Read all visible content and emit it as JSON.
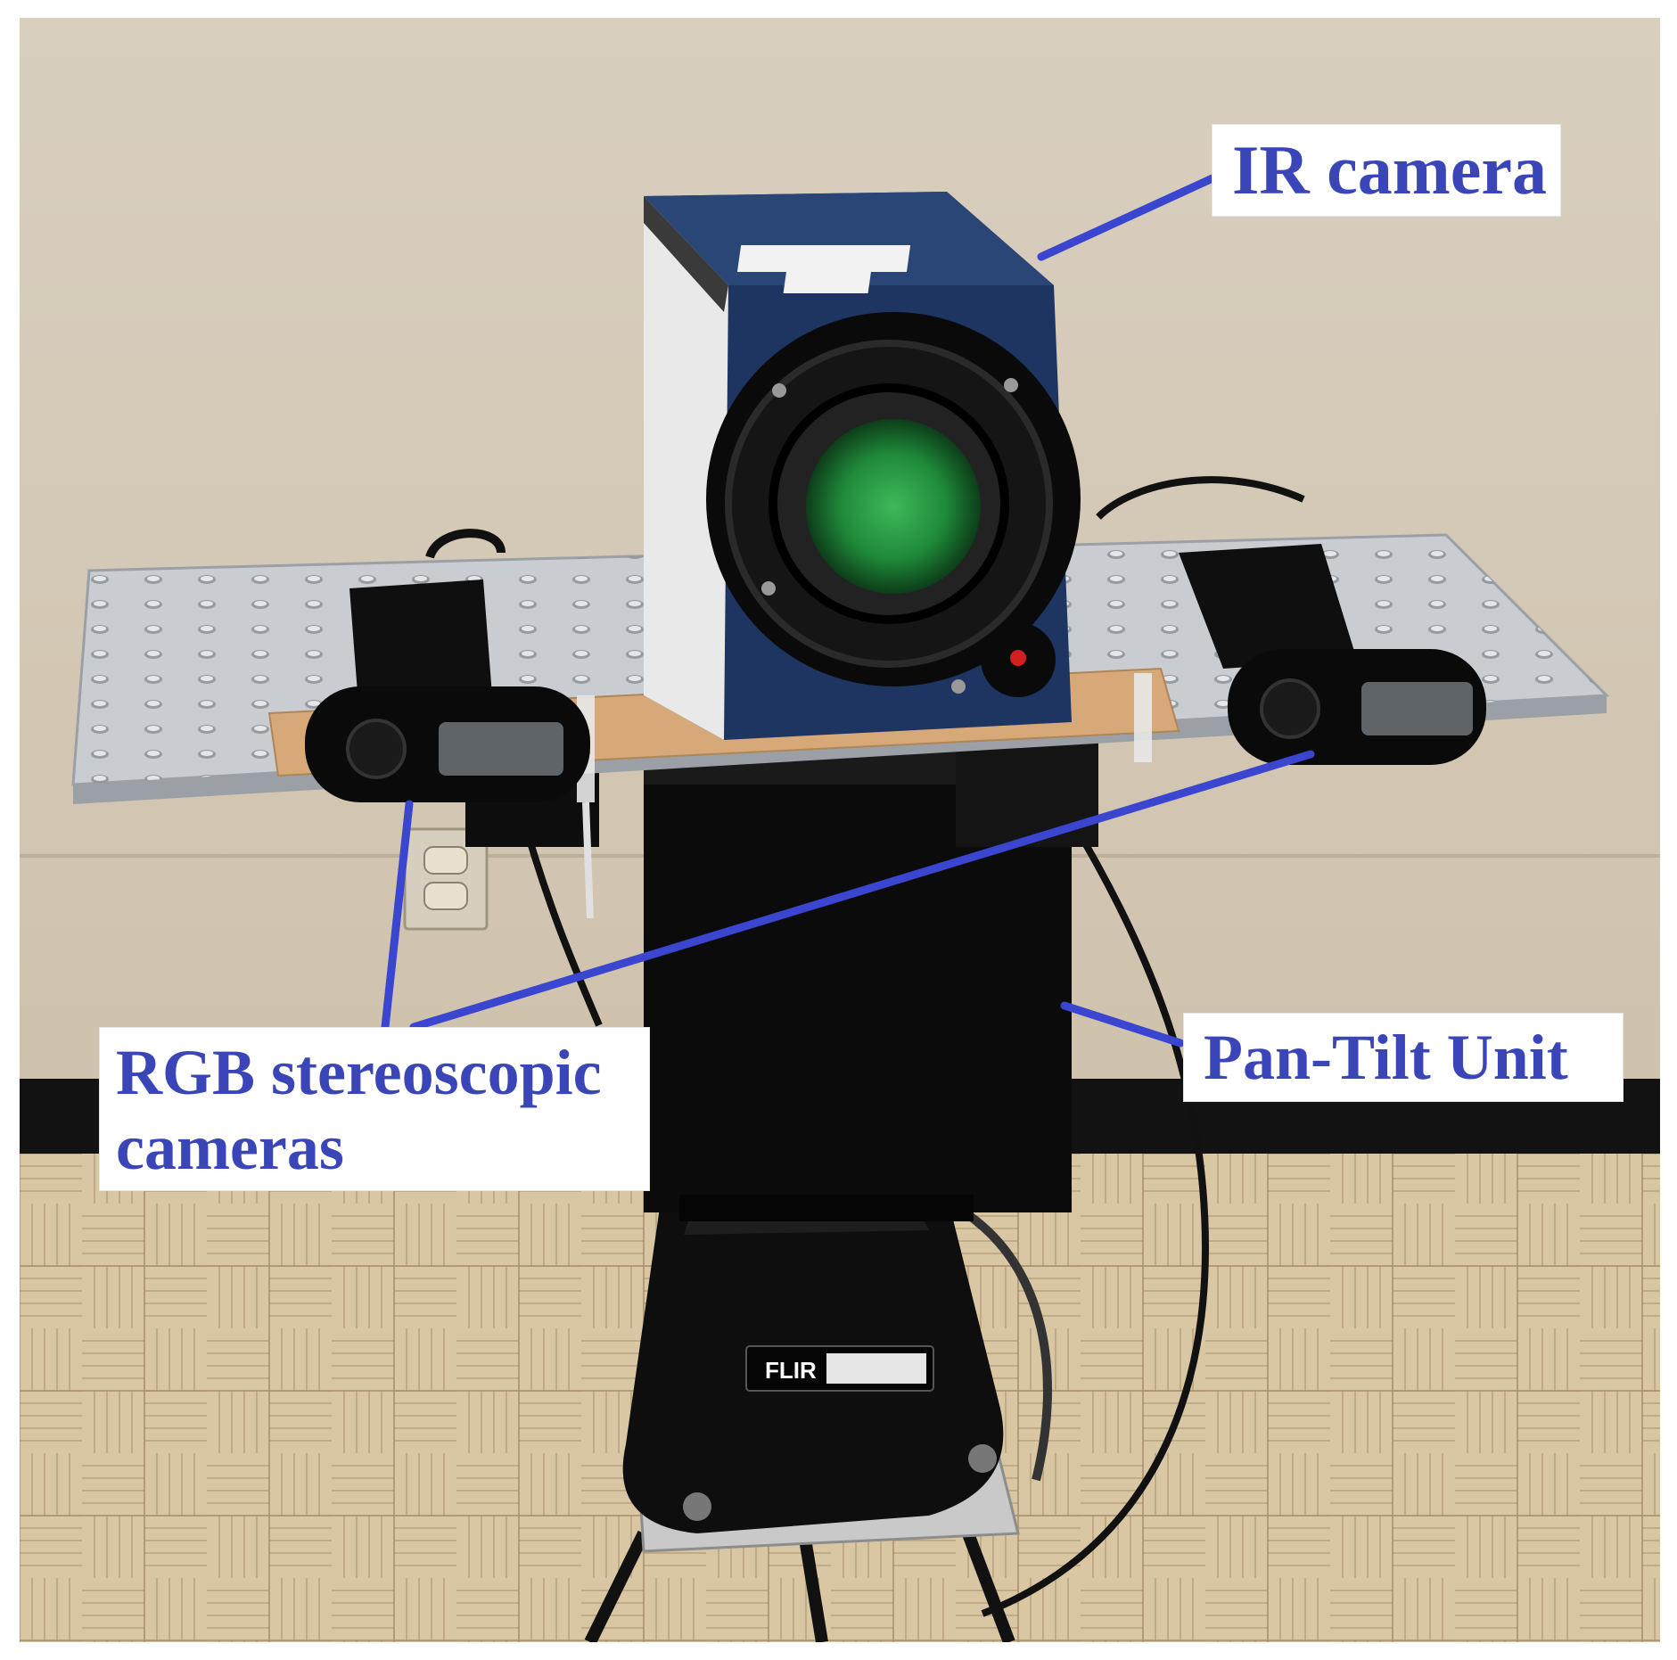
{
  "labels": {
    "ir_camera": "IR camera",
    "pan_tilt_unit": "Pan-Tilt Unit",
    "rgb_line1": "RGB stereoscopic",
    "rgb_line2": "cameras"
  },
  "device_marks": {
    "brand": "FLIR"
  },
  "colors": {
    "callout_text": "#3a45b8",
    "callout_line": "#3a45d0",
    "wall": "#d4c8b6",
    "floor": "#d8c4a0",
    "baseboard": "#121212",
    "camera_body": "#1d3560",
    "lens_green": "#1f8a3a",
    "platform": "#c9cdd1",
    "pedestal": "#0e0e0e"
  }
}
